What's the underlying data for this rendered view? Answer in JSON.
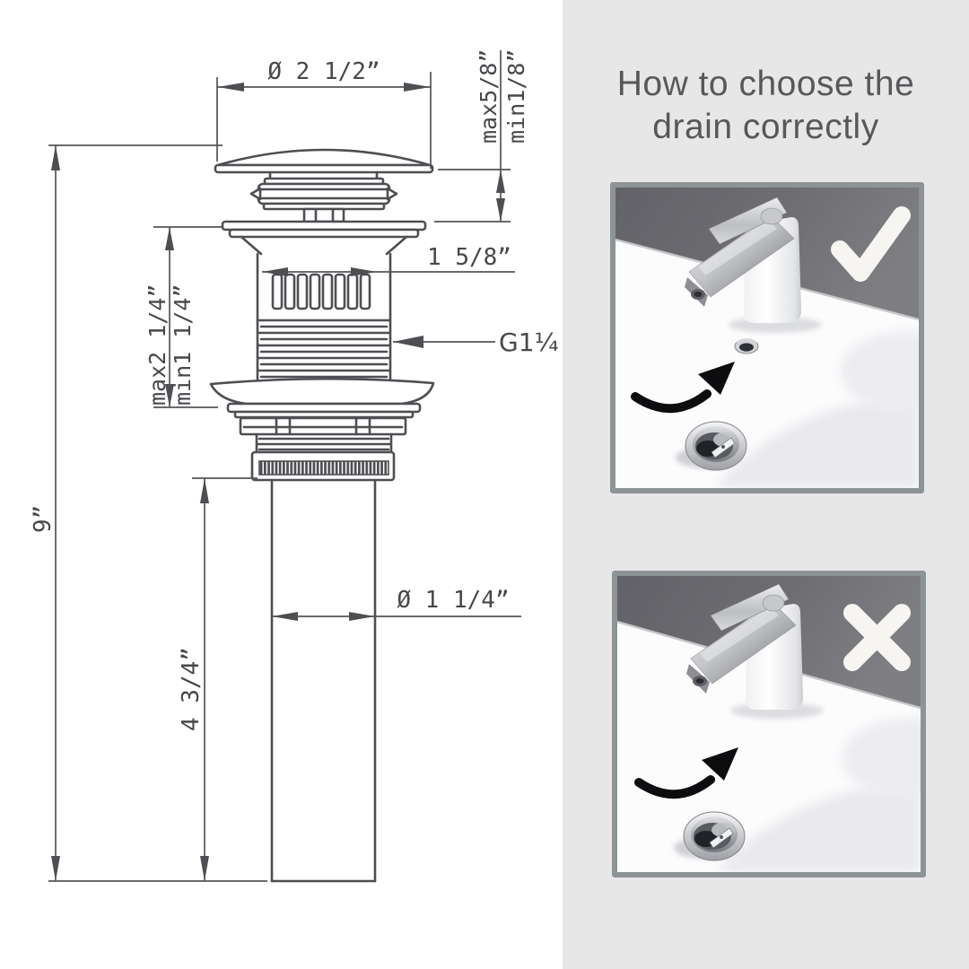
{
  "drawing": {
    "dimensions": {
      "cap_diameter": "Ø 2 1/2”",
      "cap_gap_max": "max5/8”",
      "cap_gap_min": "min1/8”",
      "strainer_width": "1 5/8”",
      "mount_max": "max2 1/4”",
      "mount_min": "min1 1/4”",
      "thread_size": "G1¼",
      "overall_height": "9”",
      "pipe_diameter": "Ø 1 1/4”",
      "pipe_length": "4 3/4”"
    }
  },
  "guide": {
    "title_line1": "How to choose the",
    "title_line2": "drain correctly",
    "examples": [
      {
        "id": "sink-with-overflow",
        "verdict": "correct",
        "mark": "check"
      },
      {
        "id": "sink-without-overflow",
        "verdict": "incorrect",
        "mark": "cross"
      }
    ]
  },
  "colors": {
    "line": "#4e4e53",
    "panel_bg": "#e8e7e7",
    "photo_frame": "#8e9496",
    "mark": "#f6f5f2",
    "arrow": "#0d0d10",
    "wall": "#6d6c71"
  }
}
